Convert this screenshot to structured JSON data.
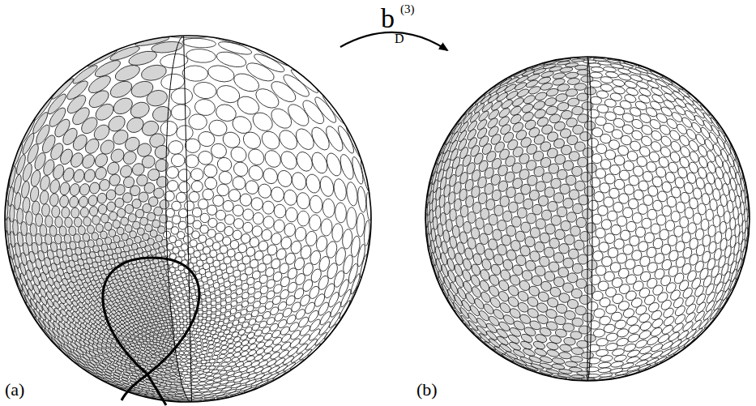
{
  "diagram": {
    "labels": [
      "b",
      "(3)",
      "D",
      "(a)",
      "(b)"
    ]
  }
}
